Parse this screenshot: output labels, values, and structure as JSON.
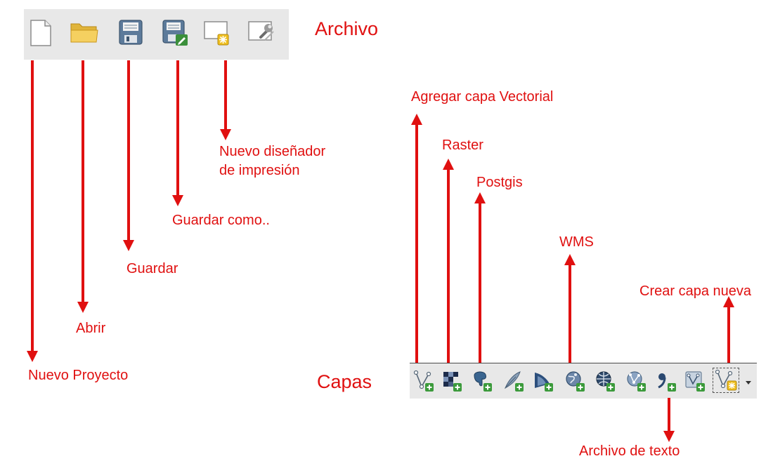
{
  "sections": {
    "archivo": "Archivo",
    "capas": "Capas"
  },
  "archivo_toolbar": {
    "tools": [
      {
        "icon": "new-file-icon",
        "label": "Nuevo Proyecto"
      },
      {
        "icon": "open-folder-icon",
        "label": "Abrir"
      },
      {
        "icon": "save-icon",
        "label": "Guardar"
      },
      {
        "icon": "save-as-icon",
        "label": "Guardar como.."
      },
      {
        "icon": "new-print-layout-icon",
        "label_lines": [
          "Nuevo diseñador",
          "de impresión"
        ]
      },
      {
        "icon": "layout-manager-icon"
      }
    ]
  },
  "capas_toolbar": {
    "tools": [
      {
        "icon": "add-vector-layer-icon",
        "label": "Agregar capa Vectorial"
      },
      {
        "icon": "add-raster-layer-icon",
        "label": "Raster"
      },
      {
        "icon": "add-postgis-layer-icon",
        "label": "Postgis"
      },
      {
        "icon": "add-spatialite-layer-icon"
      },
      {
        "icon": "add-mssql-layer-icon"
      },
      {
        "icon": "add-wms-layer-icon",
        "label": "WMS"
      },
      {
        "icon": "add-wcs-layer-icon"
      },
      {
        "icon": "add-wfs-layer-icon"
      },
      {
        "icon": "add-delimited-text-layer-icon",
        "label": "Archivo de texto"
      },
      {
        "icon": "add-virtual-layer-icon"
      },
      {
        "icon": "new-layer-icon",
        "label": "Crear capa nueva"
      },
      {
        "icon": "dropdown-arrow-icon"
      }
    ]
  },
  "colors": {
    "annotation": "#e01010",
    "toolbar_bg": "#e8e8e8"
  }
}
